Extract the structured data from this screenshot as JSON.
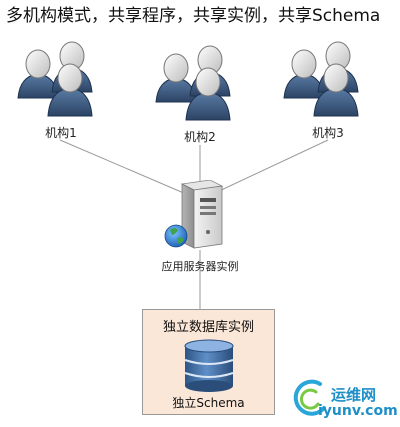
{
  "title": "多机构模式，共享程序，共享实例，共享Schema",
  "organizations": [
    {
      "label": "机构1"
    },
    {
      "label": "机构2"
    },
    {
      "label": "机构3"
    }
  ],
  "server": {
    "label": "应用服务器实例"
  },
  "database_box": {
    "title": "独立数据库实例",
    "schema_label": "独立Schema"
  },
  "watermark": {
    "cn": "运维网",
    "url": "iyunv.com"
  },
  "colors": {
    "person_body": "#3d5a80",
    "person_head": "#dcdcdc",
    "db_box_bg": "#fbe7d8",
    "db_cylinder": "#3f6fa8",
    "line": "#9a9a9a"
  }
}
